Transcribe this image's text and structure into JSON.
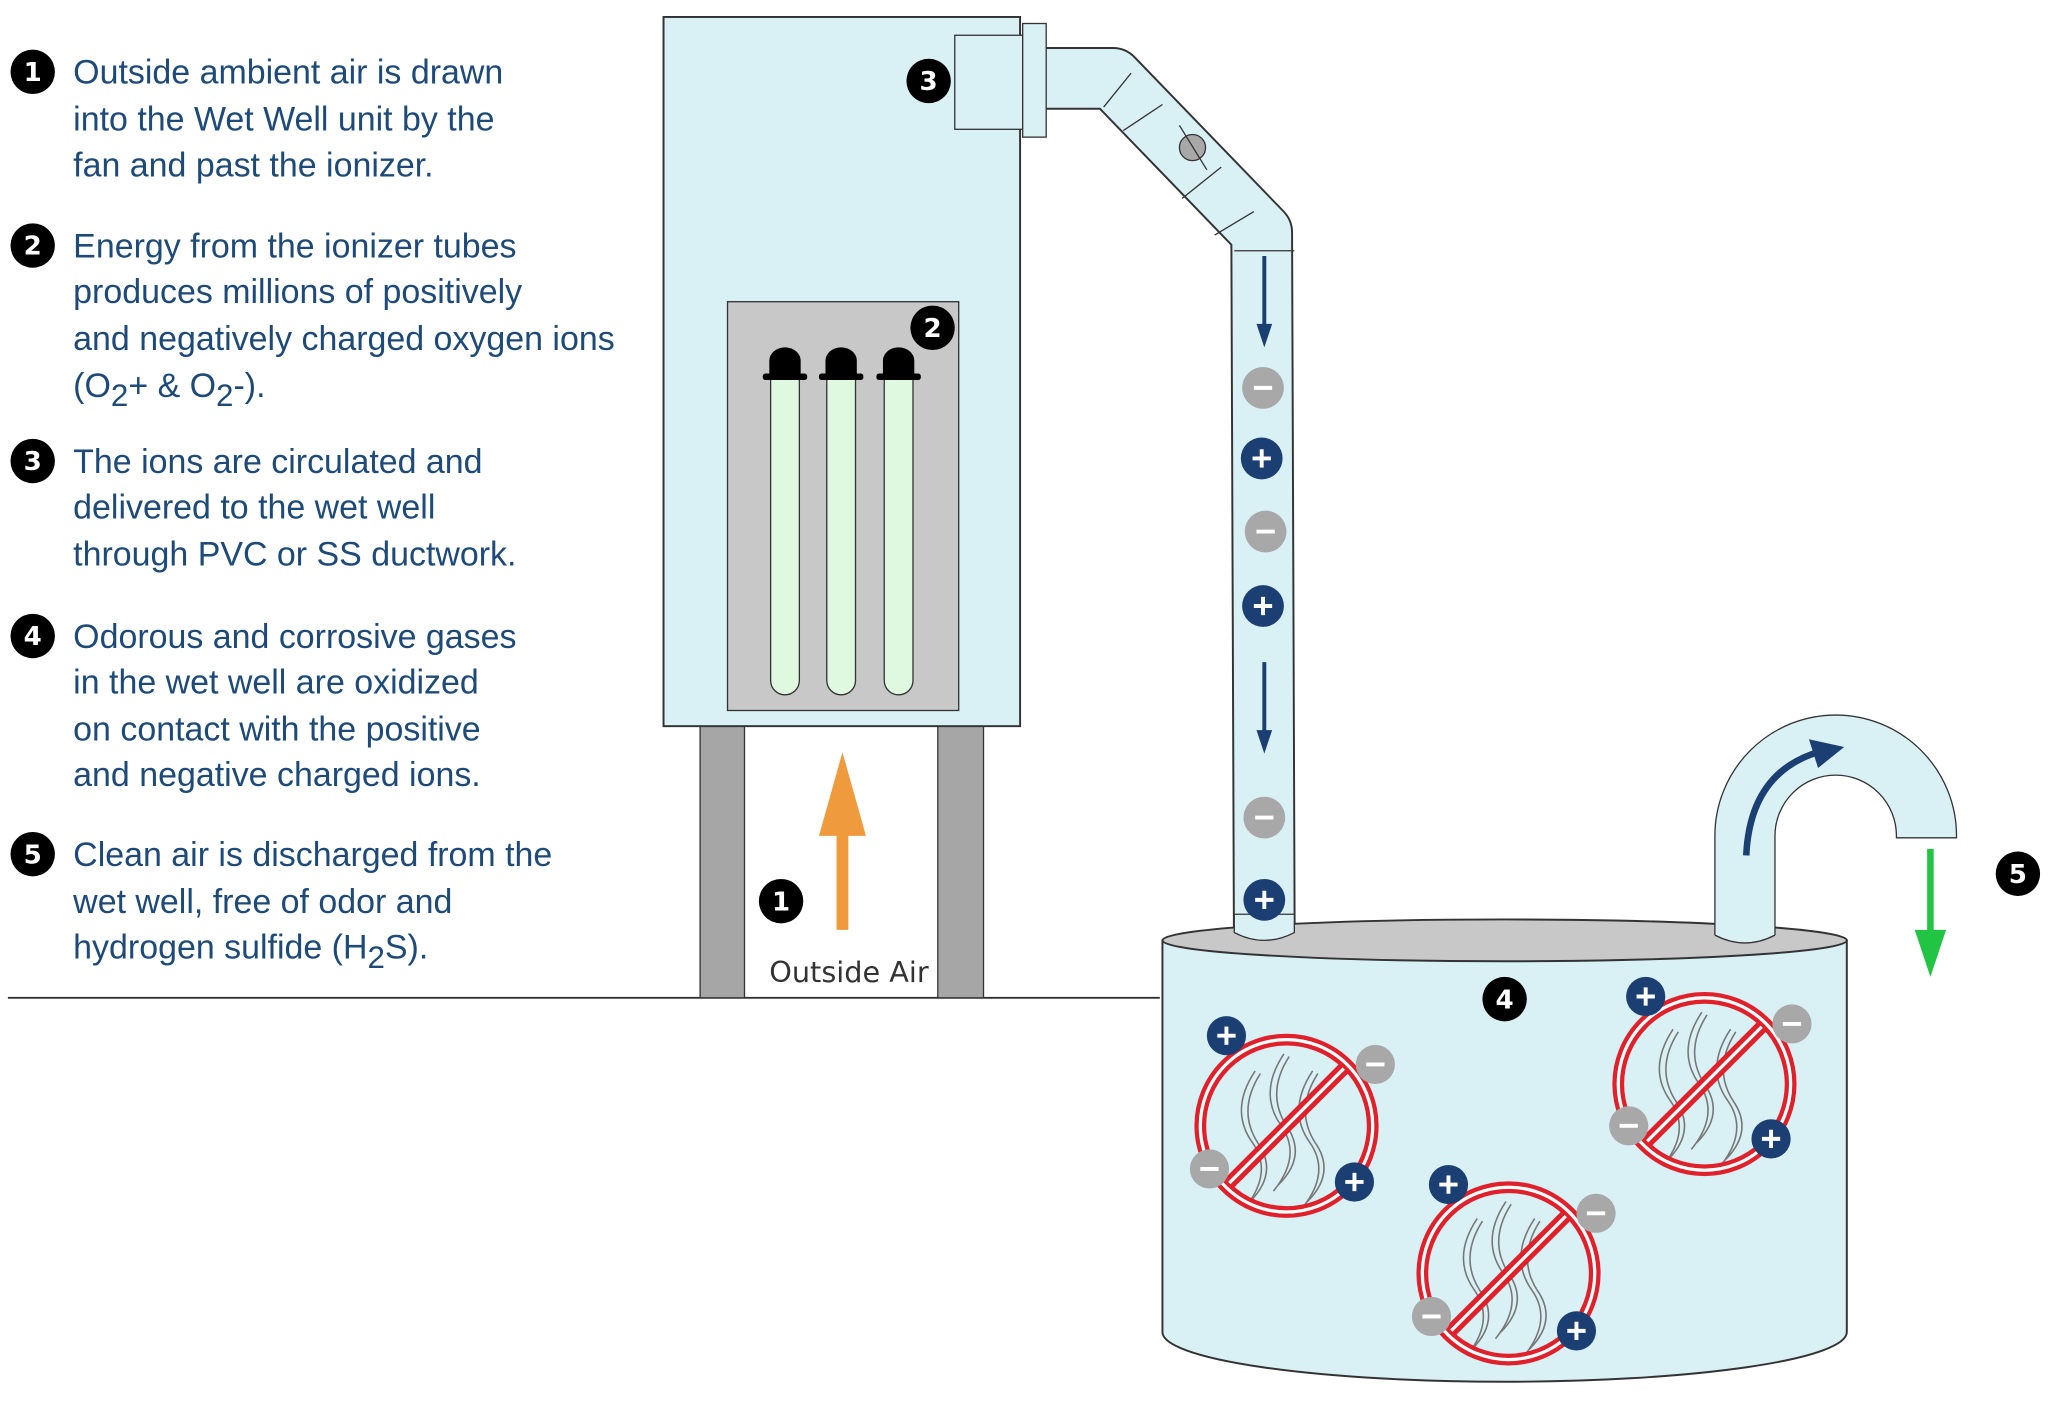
{
  "steps": [
    {
      "num": "1",
      "lines": [
        "Outside ambient air is drawn",
        "into the Wet Well unit by the",
        "fan and past the ionizer."
      ]
    },
    {
      "num": "2",
      "lines": [
        "Energy from the ionizer tubes",
        "produces millions of positively",
        "and negatively charged oxygen ions"
      ],
      "formula": [
        "(O",
        "2",
        "+ & O",
        "2",
        "-)."
      ]
    },
    {
      "num": "3",
      "lines": [
        "The ions are circulated and",
        "delivered to the wet well",
        "through PVC or SS ductwork."
      ]
    },
    {
      "num": "4",
      "lines": [
        "Odorous and corrosive gases",
        "in the wet well are oxidized",
        "on contact with the positive",
        "and negative charged ions."
      ]
    },
    {
      "num": "5",
      "lines": [
        "Clean air is discharged from the",
        "wet well, free of odor and"
      ],
      "formula": [
        "hydrogen sulfide (H",
        "2",
        "S)."
      ]
    }
  ],
  "diagram": {
    "outside_air_label": "Outside Air",
    "badges": {
      "fan": "3",
      "ionizer": "2",
      "intake": "1",
      "wet_well": "4",
      "discharge": "5"
    },
    "colors": {
      "unit_fill": "#d9f0f5",
      "text": "#1d4a78",
      "positive_ion": "#1b3f73",
      "negative_ion": "#a8a8a8",
      "intake_arrow": "#f09a3e",
      "discharge_arrow": "#22c443",
      "no_odor": "#e0202a",
      "tube": "#dff9e0"
    }
  }
}
